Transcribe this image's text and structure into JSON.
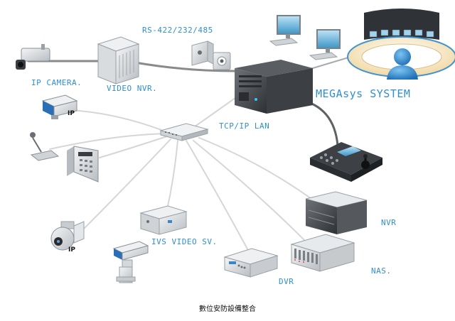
{
  "labels": {
    "rs": "RS-422/232/485",
    "ip_camera": "IP CAMERA.",
    "video_nvr": "VIDEO NVR.",
    "megasys": "MEGAsys SYSTEM",
    "tcpip": "TCP/IP  LAN",
    "ip_top": "IP",
    "ip_dome": "IP",
    "ivs": "IVS VIDEO SV.",
    "nvr": "NVR",
    "nas": "NAS.",
    "dvr": "DVR"
  },
  "caption": "數位安防設備整合",
  "colors": {
    "label_blue": "#2f8fcf",
    "cable": "#d6d6d6",
    "thick_cable": "#8a8a8a"
  },
  "icons": [
    "ip-camera-icon",
    "video-nvr-icon",
    "serial-device-icon",
    "server-icon",
    "workstation-icon",
    "operator-icon",
    "ip-box-camera-icon",
    "intercom-icon",
    "keypad-icon",
    "switch-icon",
    "ptz-keyboard-icon",
    "ptz-dome-icon",
    "ivs-server-icon",
    "pole-camera-icon",
    "nvr-icon",
    "nas-icon",
    "dvr-icon"
  ]
}
